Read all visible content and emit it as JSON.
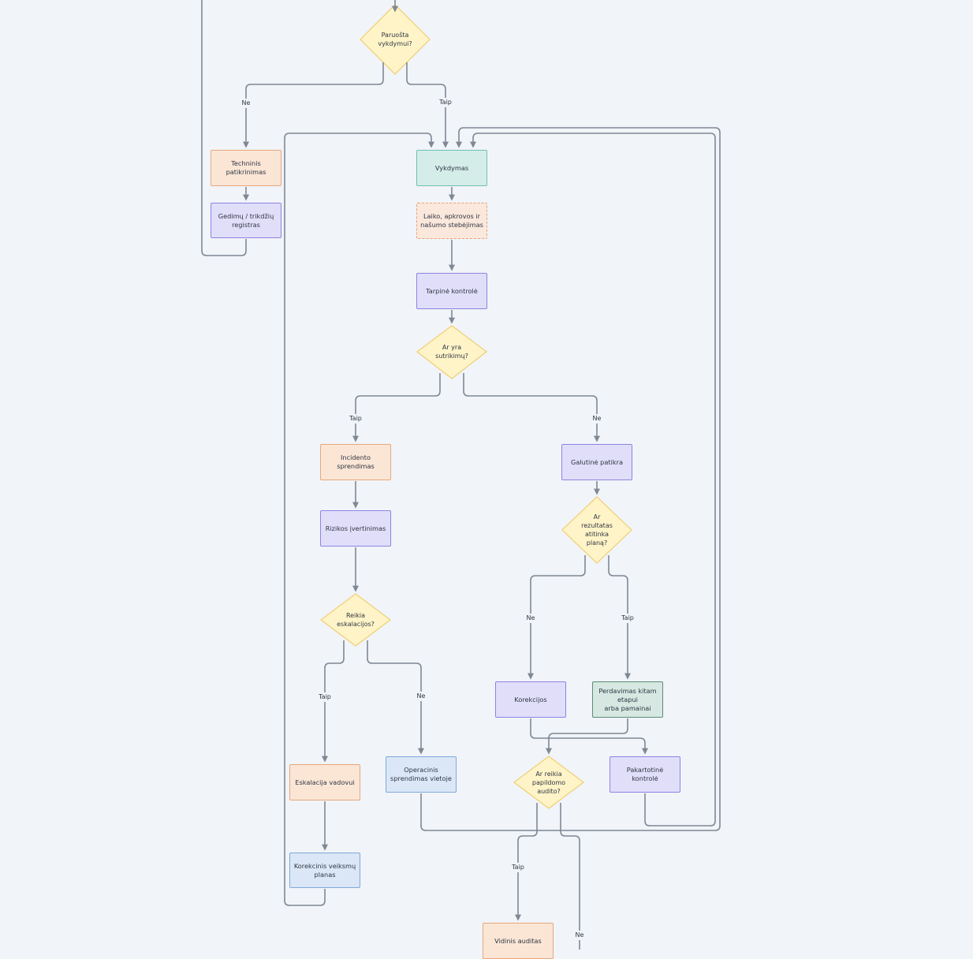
{
  "nodes": {
    "paruosta": "Paruošta\nvykdymui?",
    "techninis": "Techninis patikrinimas",
    "gedimu": "Gedimų / trikdžių\nregistras",
    "vykdymas": "Vykdymas",
    "laiko": "Laiko, apkrovos ir\nnašumo stebėjimas",
    "tarpine": "Tarpinė kontrolė",
    "sutrikimu": "Ar yra\nsutrikimų?",
    "incidento": "Incidento sprendimas",
    "rizikos": "Rizikos įvertinimas",
    "reikia_eskalacijos": "Reikia\neskalacijos?",
    "eskalacija": "Eskalacija vadovui",
    "korekcinis": "Korekcinis veiksmų\nplanas",
    "operacinis": "Operacinis\nsprendimas vietoje",
    "galutine": "Galutinė patikra",
    "atitinka": "Ar\nrezultatas\natitinka\nplaną?",
    "korekcijos": "Korekcijos",
    "perdavimas": "Perdavimas kitam\netapui\narba pamainai",
    "audito": "Ar reikia\npapildomo\naudito?",
    "pakartotine": "Pakartotinė kontrolė",
    "vidinis": "Vidinis auditas"
  },
  "edge_labels": {
    "paruosta_ne": "Ne",
    "paruosta_taip": "Taip",
    "sutrikimu_taip": "Taip",
    "sutrikimu_ne": "Ne",
    "eskalacijos_taip": "Taip",
    "eskalacijos_ne": "Ne",
    "atitinka_ne": "Ne",
    "atitinka_taip": "Taip",
    "audito_taip": "Taip",
    "audito_ne": "Ne"
  },
  "colors": {
    "edge": "#7f8896",
    "decision_fill": "#fff4c8",
    "decision_stroke": "#f0cf72",
    "background": "#f1f4f8"
  }
}
